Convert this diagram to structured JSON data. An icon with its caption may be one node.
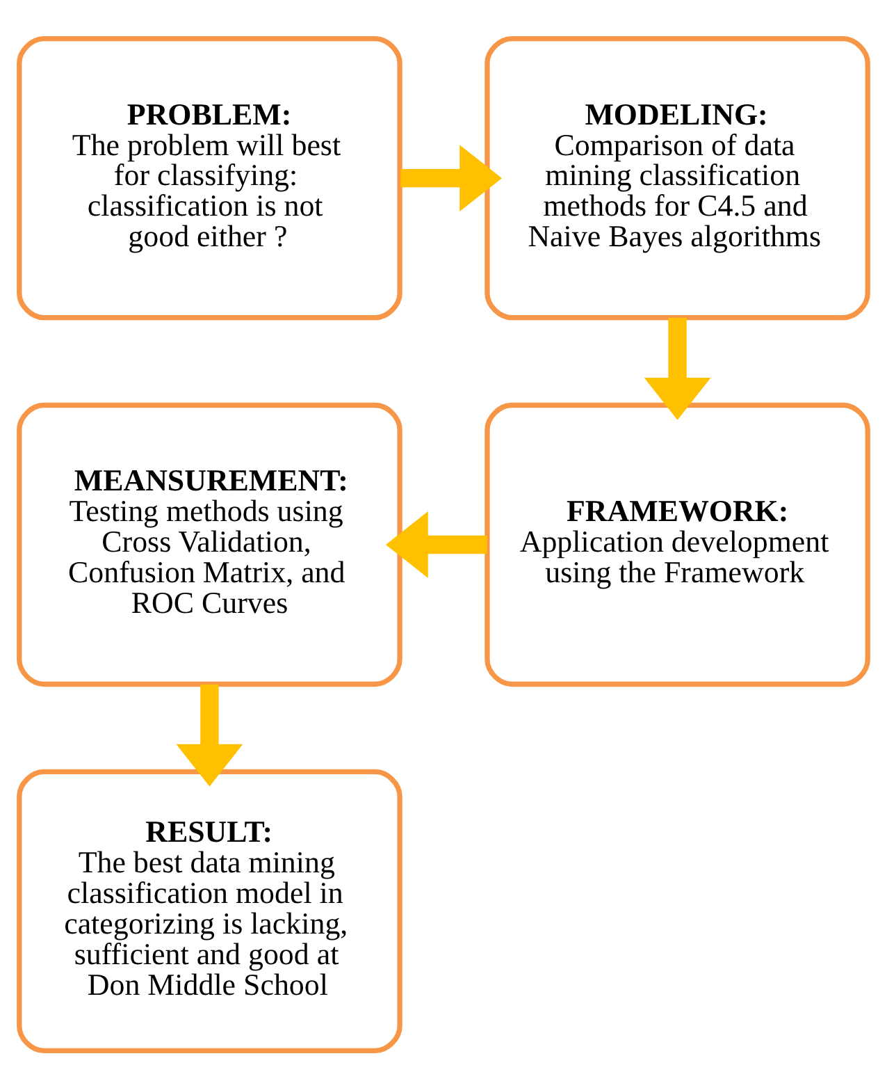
{
  "diagram": {
    "nodes": [
      {
        "text": [
          "PROBLEM:",
          "The problem will best for classifying: classification is not good either ?"
        ]
      },
      {
        "text": [
          "MODELING:",
          "Comparison of data mining classification methods for C4.5 and Naive Bayes algorithms"
        ]
      },
      {
        "text": [
          "FRAMEWORK:",
          "Application development using the Framework"
        ]
      },
      {
        "text": [
          "MEANSUREMENT:",
          "Testing methods using Cross Validation, Confusion Matrix, and ROC Curves"
        ]
      },
      {
        "text": [
          "RESULT:",
          "The best data mining classification model in categorizing is lacking, sufficient and good at Don Middle School"
        ]
      }
    ],
    "edges": [
      {
        "from": 0,
        "to": 1,
        "arrow": "to"
      },
      {
        "from": 1,
        "to": 2,
        "arrow": "to"
      },
      {
        "from": 2,
        "to": 3,
        "arrow": "to"
      },
      {
        "from": 3,
        "to": 4,
        "arrow": "to"
      }
    ]
  }
}
